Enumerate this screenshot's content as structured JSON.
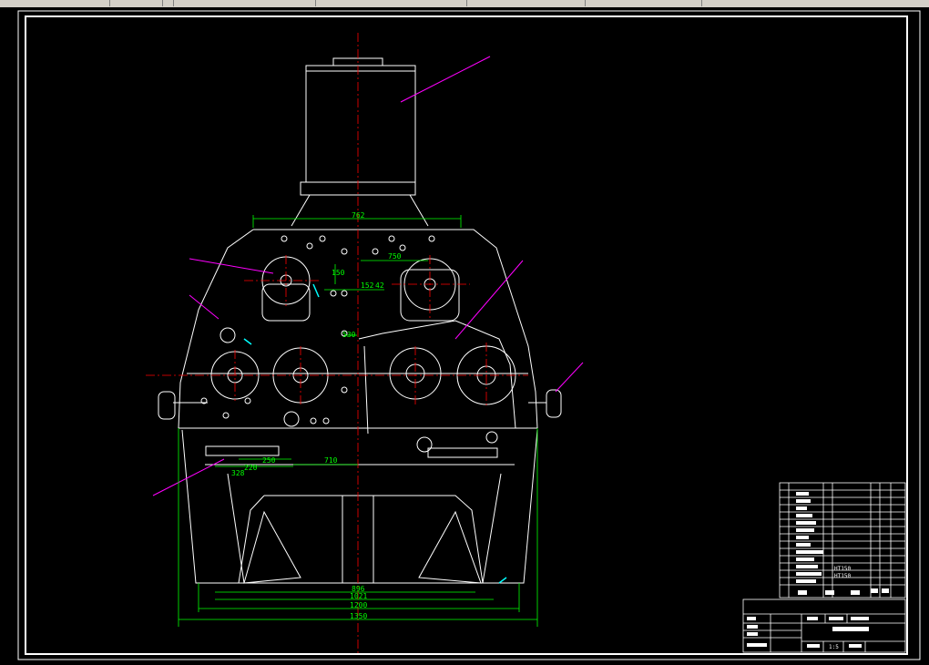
{
  "drawing": {
    "dimensions": {
      "top_width": "762",
      "d_750": "750",
      "d_150": "150",
      "d_152": "152",
      "d_42": "42",
      "d_530": "530",
      "d_220": "220",
      "d_250": "250",
      "d_328": "328",
      "d_710": "710",
      "d_896": "896",
      "d_1021": "1021",
      "d_1200": "1200",
      "d_1350": "1350"
    },
    "title_block": {
      "scale_value": "1:5",
      "material_1": "HT150",
      "material_2": "HT150"
    }
  },
  "colors": {
    "background": "#000000",
    "outline": "#ffffff",
    "dimension": "#00ff00",
    "centerline": "#ff0000",
    "leader": "#ff00ff",
    "accent": "#00ffff",
    "frame": "#ffffff"
  }
}
